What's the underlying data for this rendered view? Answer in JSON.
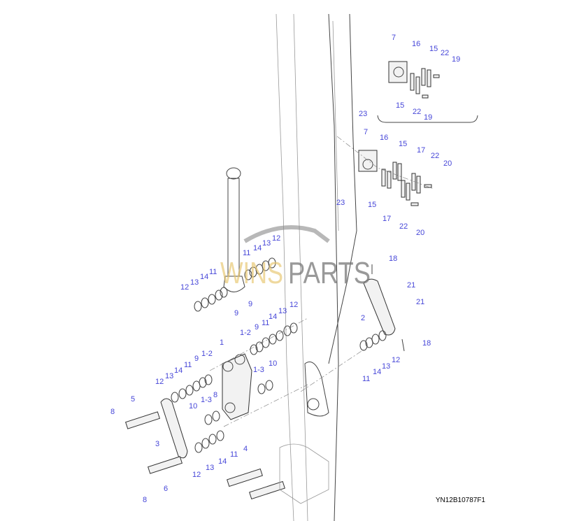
{
  "watermark": {
    "left": "WINS",
    "right": "PARTS"
  },
  "drawing_code": "YN12B10787F1",
  "callouts": [
    "7",
    "16",
    "15",
    "22",
    "19",
    "15",
    "22",
    "19",
    "23",
    "7",
    "16",
    "15",
    "17",
    "22",
    "20",
    "15",
    "17",
    "22",
    "20",
    "23",
    "11",
    "14",
    "13",
    "12",
    "12",
    "13",
    "14",
    "11",
    "9",
    "9",
    "18",
    "21",
    "21",
    "2",
    "18",
    "11",
    "14",
    "13",
    "12",
    "1-2",
    "9",
    "11",
    "14",
    "13",
    "12",
    "1",
    "1-2",
    "9",
    "11",
    "14",
    "13",
    "12",
    "1-3",
    "10",
    "5",
    "8",
    "10",
    "1-3",
    "8",
    "3",
    "11",
    "14",
    "13",
    "12",
    "4",
    "6",
    "8"
  ]
}
